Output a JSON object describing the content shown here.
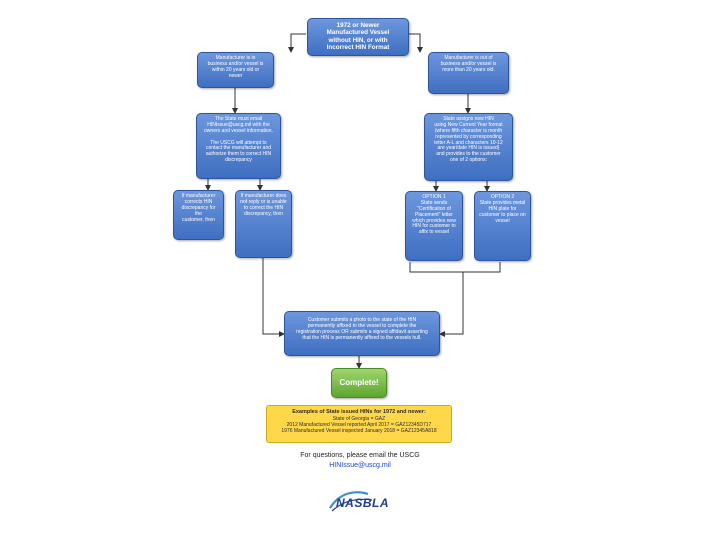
{
  "top": {
    "text": "1972 or Newer\nManufactured Vessel\nwithout HIN, or with\nIncorrect HIN Format"
  },
  "left_mfr": {
    "text": "Manufacturer is in\nbusiness and/or vessel is\nwithin 20 years old or\nnewer"
  },
  "right_mfr": {
    "text": "Manufacturer is out of\nbusiness and/or vessel is\nmore than 20 years old."
  },
  "left_email": {
    "text": "The State must email\nHINIssue@uscg.mil with the\nowners and vessel information.\n\nThe USCG will attempt to\ncontact the manufacturer and\nauthorize them to correct HIN\ndiscrepancy"
  },
  "right_assign": {
    "text": "State assigns new HIN\nusing New Current Year format\n(where fifth character is month\nrepresented by corresponding\nletter A-L and characters 10-12\nare year/date HIN is issued)\nand provides to the customer\none of 2 options:"
  },
  "mfr_corrects": {
    "text": "If manufacturer\ncorrects HIN\ndiscrepancy for the\ncustomer, then"
  },
  "mfr_declines": {
    "text": "If manufacturer does\nnot reply or is unable\nto correct the HIN\ndiscrepancy, then"
  },
  "option1": {
    "text": "OPTION 1\nState sends\n\"Certification of\nPlacement\" letter\nwhich provides new\nHIN for customer to\naffix to vessel"
  },
  "option2": {
    "text": "OPTION 2\nState provides metal\nHIN plate for\ncustomer to place on\nvessel"
  },
  "customer": {
    "text": "Customer submits a photo to the state of the HIN\npermanently affixed to the vessel to complete the\nregistration process OR submits a signed affidavit asserting\nthat the HIN is permanently affixed to the vessels hull."
  },
  "complete": {
    "text": "Complete!"
  },
  "examples": {
    "heading": "Examples of State issued HINs for 1972 and newer:",
    "l1": "State of Georgia = GAZ",
    "l2": "2012 Manufactured Vessel reported April 2017 = GAZ12345D717",
    "l3": "1976 Manufactured Vessel inspected January 2018 = GAZ12345A818"
  },
  "footer": {
    "question": "For questions, please email the USCG",
    "email": "HINIssue@uscg.mil"
  },
  "logo": {
    "text": "NASBLA"
  },
  "colors": {
    "box": "#4f7fd0",
    "complete": "#7cc046",
    "examples": "#ffd84a",
    "connector": "#333333"
  }
}
